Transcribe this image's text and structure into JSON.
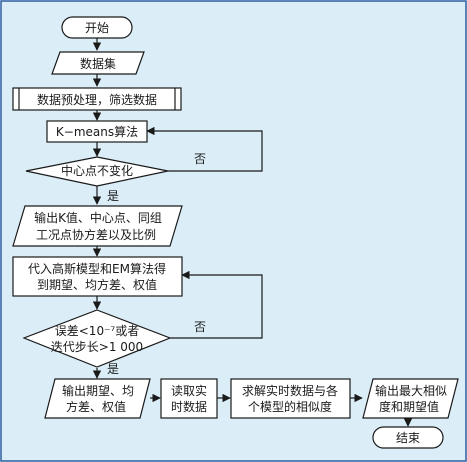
{
  "colors": {
    "background": "#dbeef8",
    "shape_fill": "#ffffff",
    "stroke": "#1a1a1a",
    "frame": "#2a5d9f"
  },
  "nodes": {
    "start": "开始",
    "dataset": "数据集",
    "preprocess": "数据预处理，筛选数据",
    "kmeans": "K−means算法",
    "center_unchanged": "中心点不变化",
    "output_k_line1": "输出K值、中心点、同组",
    "output_k_line2": "工况点协方差以及比例",
    "gmm_line1": "代入高斯模型和EM算法得",
    "gmm_line2": "到期望、均方差、权值",
    "error_line1": "误差<10⁻⁷或者",
    "error_line2": "迭代步长>1 000",
    "out_expect_line1": "输出期望、均",
    "out_expect_line2": "方差、权值",
    "read_line1": "读取实",
    "read_line2": "时数据",
    "similarity_line1": "求解实时数据与各",
    "similarity_line2": "个模型的相似度",
    "out_max_line1": "输出最大相似",
    "out_max_line2": "度和期望值",
    "end": "结束"
  },
  "labels": {
    "yes1": "是",
    "no1": "否",
    "yes2": "是",
    "no2": "否"
  }
}
